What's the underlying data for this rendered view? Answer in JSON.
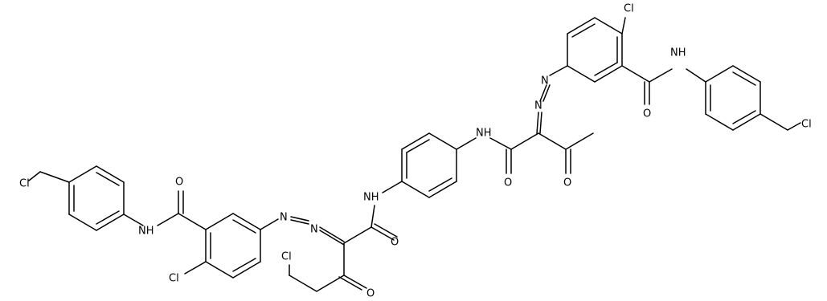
{
  "atom_labels": {
    "cl_ch2_left": "Cl",
    "nh_amide_left": "NH",
    "o_amide_left": "O",
    "cl_ring_left": "Cl",
    "n_azo_left_a": "N",
    "n_azo_left_b": "N",
    "cl_chain": "Cl",
    "o_keto_left": "O",
    "o_amide_center_left": "O",
    "nh_center_left": "NH",
    "nh_center_right": "NH",
    "o_amide_center_right": "O",
    "o_keto_right": "O",
    "n_azo_right_a": "N",
    "n_azo_right_b": "N",
    "cl_ring_right": "Cl",
    "o_amide_right": "O",
    "nh_amide_right": "NH",
    "cl_ch2_right": "Cl"
  }
}
